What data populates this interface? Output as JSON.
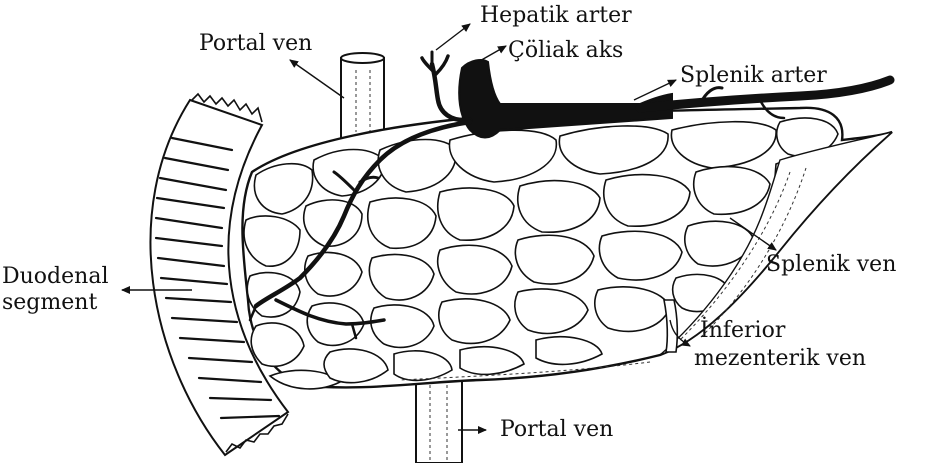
{
  "labels": {
    "hepatic_artery": "Hepatik arter",
    "portal_vein_top": "Portal ven",
    "celiac_axis": "Çöliak aks",
    "splenic_artery": "Splenik arter",
    "duodenal_line1": "Duodenal",
    "duodenal_line2": "segment",
    "splenic_vein": "Splenik ven",
    "inferior_mesenteric_line1": "İnferior",
    "inferior_mesenteric_line2": "mezenterik ven",
    "portal_vein_bottom": "Portal ven"
  }
}
